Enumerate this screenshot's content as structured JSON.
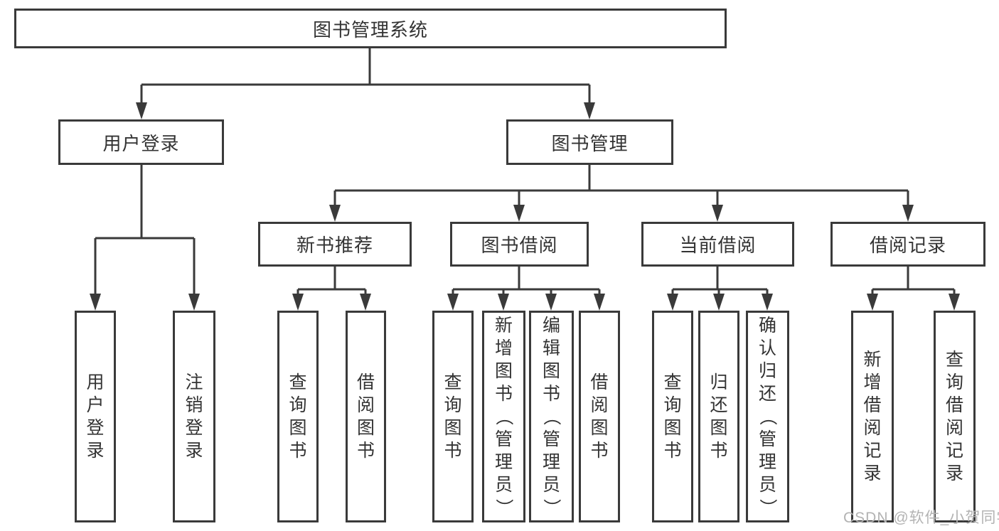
{
  "diagram": {
    "root": {
      "label": "图书管理系统"
    },
    "branches": [
      {
        "label": "用户登录",
        "children": [
          {
            "label": "用户登录"
          },
          {
            "label": "注销登录"
          }
        ]
      },
      {
        "label": "图书管理",
        "children": [
          {
            "label": "新书推荐",
            "children": [
              {
                "label": "查询图书"
              },
              {
                "label": "借阅图书"
              }
            ]
          },
          {
            "label": "图书借阅",
            "children": [
              {
                "label": "查询图书"
              },
              {
                "label": "新增图书（管理员）"
              },
              {
                "label": "编辑图书（管理员）"
              },
              {
                "label": "借阅图书"
              }
            ]
          },
          {
            "label": "当前借阅",
            "children": [
              {
                "label": "查询图书"
              },
              {
                "label": "归还图书"
              },
              {
                "label": "确认归还（管理员）"
              }
            ]
          },
          {
            "label": "借阅记录",
            "children": [
              {
                "label": "新增借阅记录"
              },
              {
                "label": "查询借阅记录"
              }
            ]
          }
        ]
      }
    ],
    "colors": {
      "line": "#3a3a3a",
      "text": "#333333",
      "watermark": "#b3b3b3",
      "background": "#ffffff"
    },
    "watermark": {
      "text": "CSDN @软件_小贺同学"
    }
  }
}
